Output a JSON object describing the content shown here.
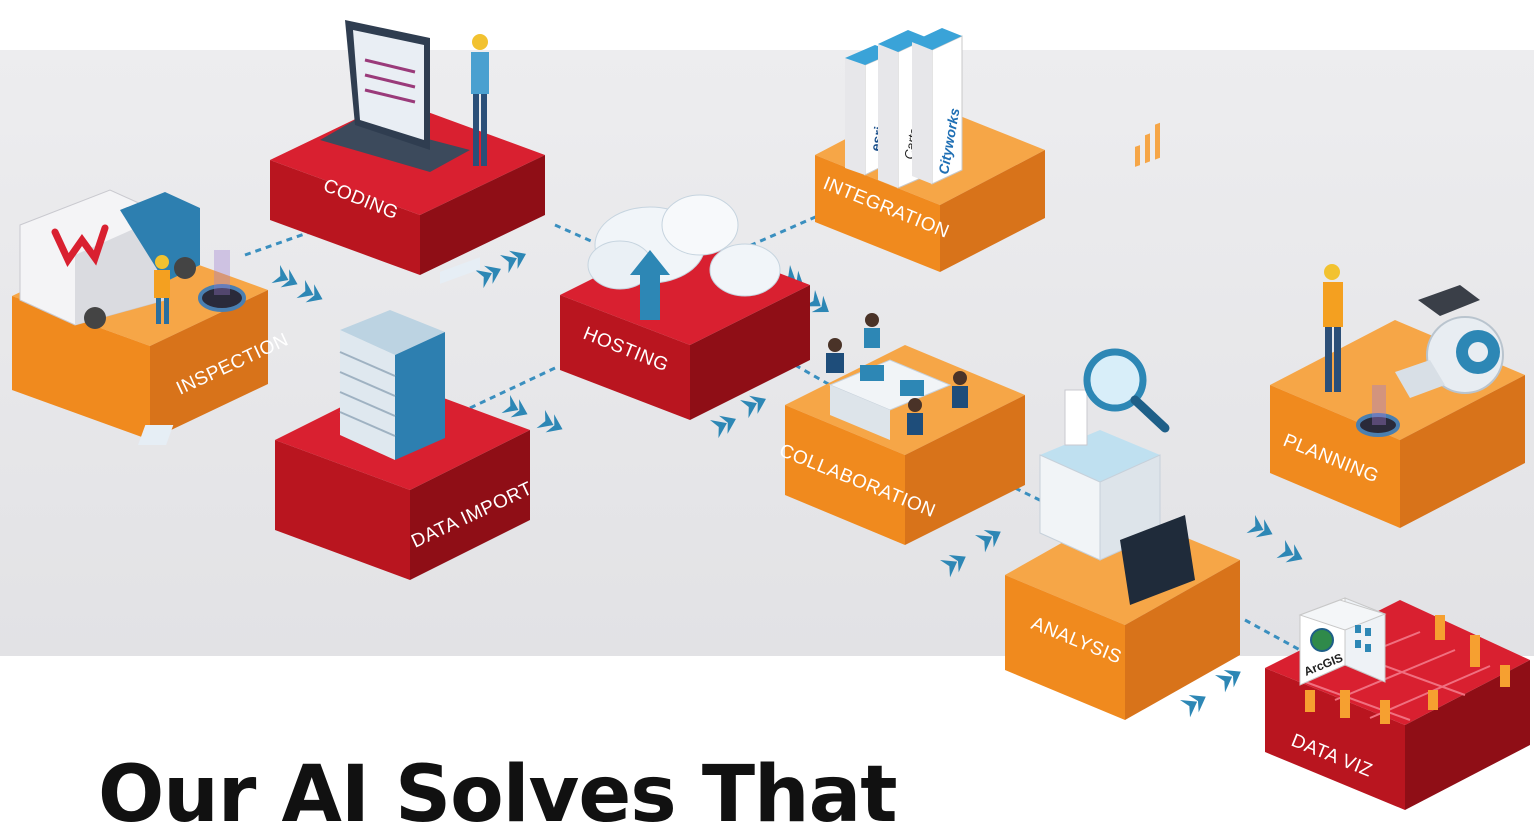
{
  "diagram": {
    "stages": [
      {
        "id": "inspection",
        "label": "INSPECTION",
        "color": "orange"
      },
      {
        "id": "coding",
        "label": "CODING",
        "color": "red"
      },
      {
        "id": "data-import",
        "label": "DATA IMPORT",
        "color": "red"
      },
      {
        "id": "hosting",
        "label": "HOSTING",
        "color": "red"
      },
      {
        "id": "integration",
        "label": "INTEGRATION",
        "color": "orange"
      },
      {
        "id": "collaboration",
        "label": "COLLABORATION",
        "color": "orange"
      },
      {
        "id": "analysis",
        "label": "ANALYSIS",
        "color": "orange"
      },
      {
        "id": "planning",
        "label": "PLANNING",
        "color": "orange"
      },
      {
        "id": "data-viz",
        "label": "DATA VIZ",
        "color": "red"
      }
    ],
    "integration_books": [
      "esri",
      "Cartegraph",
      "Cityworks"
    ],
    "arcgis_label": "ArcGIS",
    "truck_logo": "W"
  },
  "headline": "Our AI Solves That",
  "colors": {
    "background": "#ffffff",
    "band": "#e9e9eb",
    "orange_top": "#f6a647",
    "orange_left": "#f08a1e",
    "orange_right": "#d8731a",
    "red_top": "#d92030",
    "red_left": "#b9151f",
    "red_right": "#8f0e16",
    "accent_blue": "#2d87b5",
    "headline": "#111111"
  }
}
